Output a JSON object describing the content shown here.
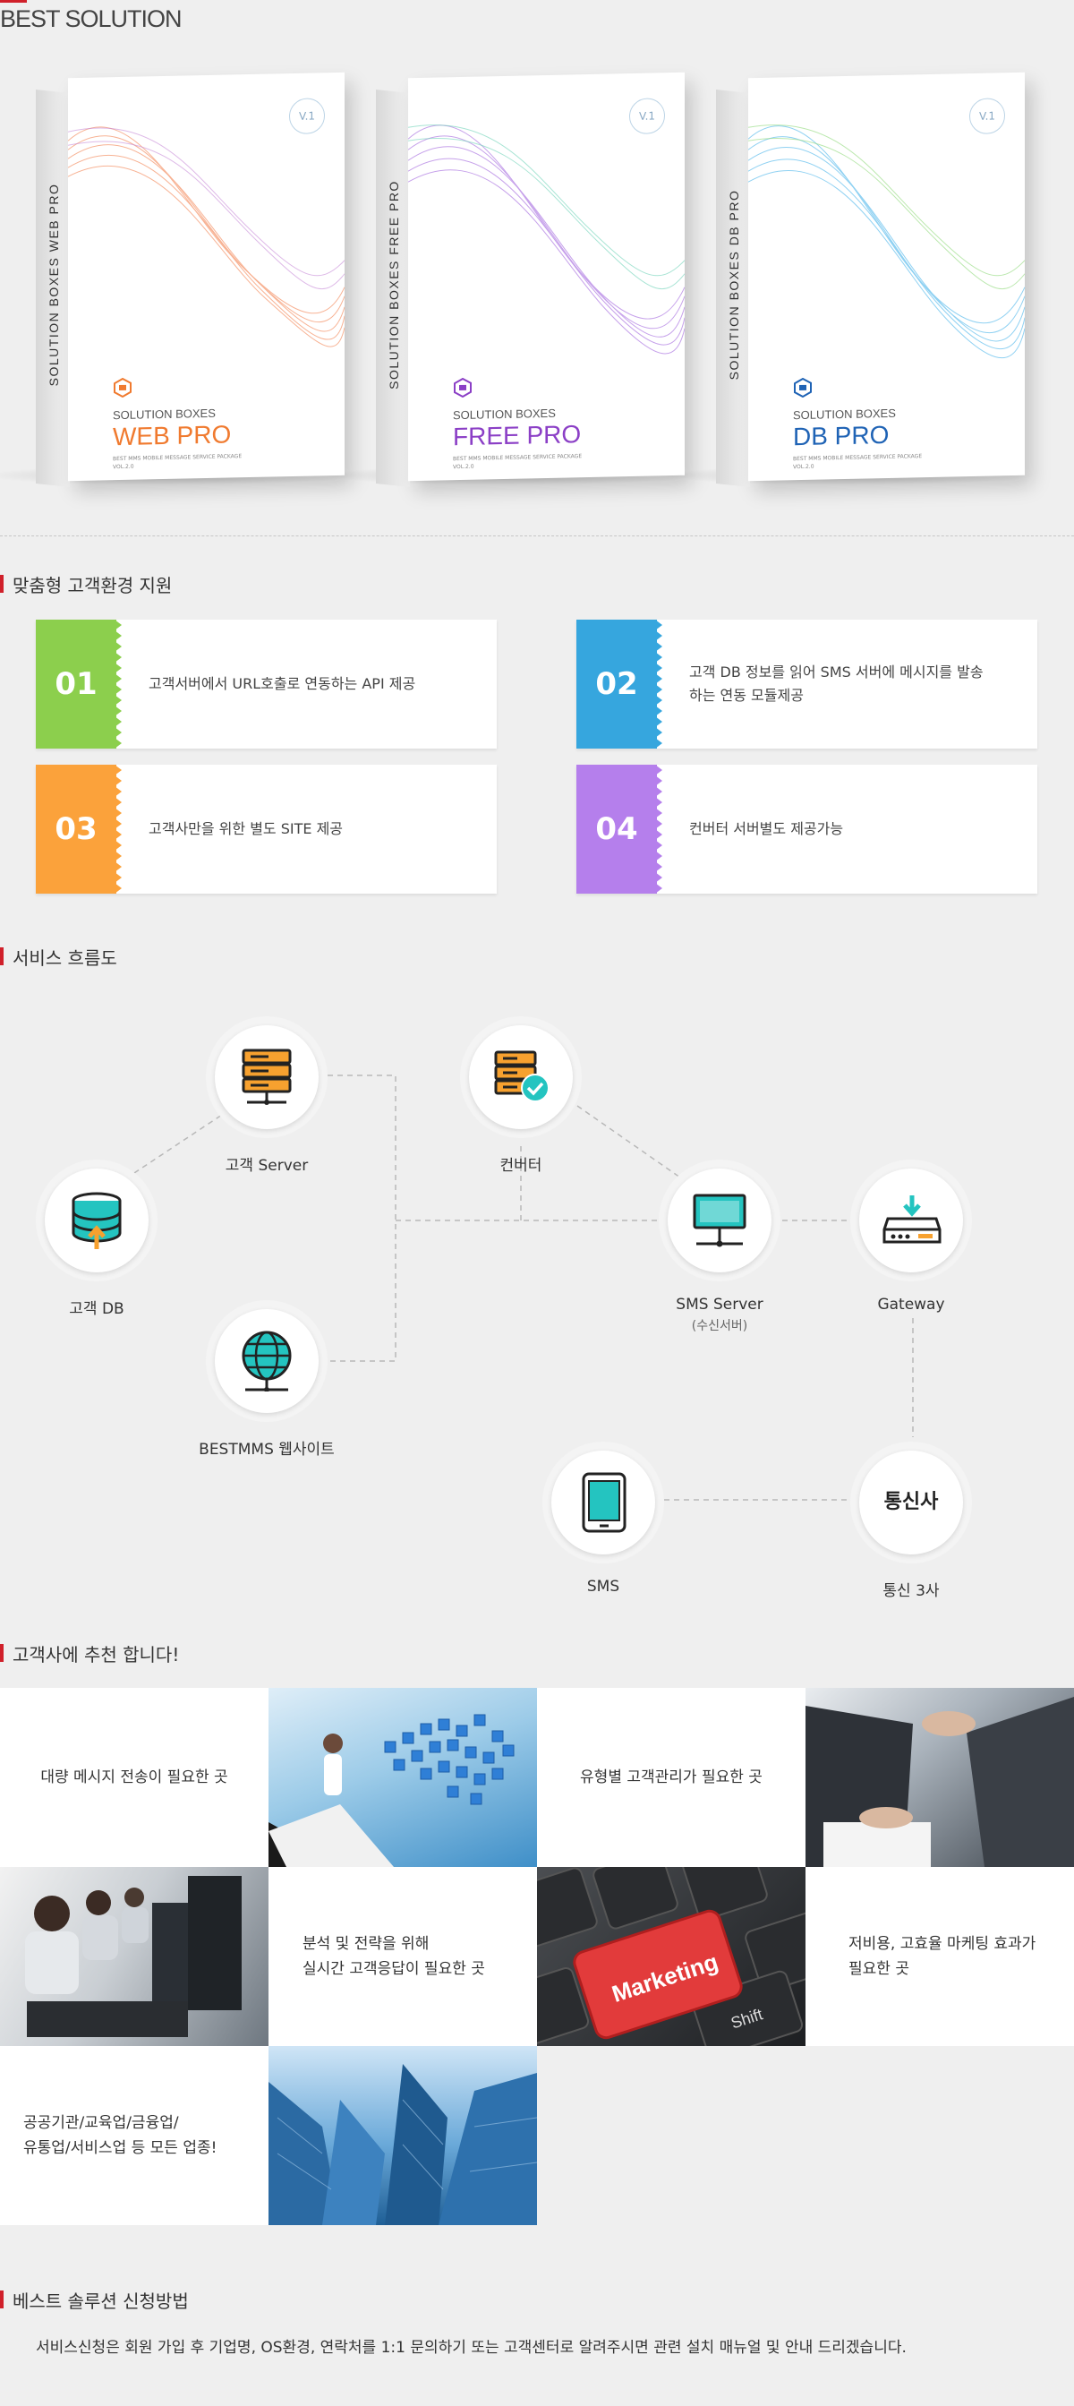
{
  "page": {
    "title": "BEST SOLUTION"
  },
  "colors": {
    "accent": "#d0202a",
    "green": "#8ccf4d",
    "blue": "#36a6de",
    "orange": "#fba23b",
    "purple": "#b57fec"
  },
  "products": [
    {
      "side": "SOLUTION BOXES WEB PRO",
      "brand": "SOLUTION BOXES",
      "name": "WEB PRO",
      "version": "V.1",
      "subtitle": "BEST MMS MOBILE MESSAGE SERVICE PACKAGE VOL.2.0",
      "color": "#f07a2f",
      "wave": "#f6a07a",
      "icon": "hexagon-logo-icon"
    },
    {
      "side": "SOLUTION BOXES FREE PRO",
      "brand": "SOLUTION BOXES",
      "name": "FREE PRO",
      "version": "V.1",
      "subtitle": "BEST MMS MOBILE MESSAGE SERVICE PACKAGE VOL.2.0",
      "color": "#8b3fc6",
      "wave": "#b88ae6",
      "icon": "hexagon-logo-icon"
    },
    {
      "side": "SOLUTION BOXES DB PRO",
      "brand": "SOLUTION BOXES",
      "name": "DB PRO",
      "version": "V.1",
      "subtitle": "BEST MMS MOBILE MESSAGE SERVICE PACKAGE VOL.2.0",
      "color": "#1f63b5",
      "wave": "#7cc9f0",
      "icon": "hexagon-logo-icon"
    }
  ],
  "sections": {
    "custom": "맞춤형 고객환경 지원",
    "flow": "서비스 흐름도",
    "recommend": "고객사에 추천 합니다!",
    "howto": "베스트 솔루션 신청방법"
  },
  "features": [
    {
      "num": "01",
      "text": "고객서버에서 URL호출로 연동하는 API 제공",
      "color": "#8ccf4d"
    },
    {
      "num": "02",
      "text": "고객 DB 정보를 읽어 SMS 서버에 메시지를 발송하는 연동 모듈제공",
      "color": "#36a6de"
    },
    {
      "num": "03",
      "text": "고객사만을 위한 별도 SITE 제공",
      "color": "#fba23b"
    },
    {
      "num": "04",
      "text": "컨버터 서버별도 제공가능",
      "color": "#b57fec"
    }
  ],
  "flow": {
    "nodes": {
      "db": {
        "label": "고객 DB",
        "icon": "database-upload-icon"
      },
      "server": {
        "label": "고객 Server",
        "icon": "server-rack-icon"
      },
      "web": {
        "label": "BESTMMS 웹사이트",
        "icon": "globe-network-icon"
      },
      "converter": {
        "label": "컨버터",
        "icon": "server-check-icon"
      },
      "sms_server": {
        "label": "SMS Server",
        "sub": "(수신서버)",
        "icon": "monitor-network-icon"
      },
      "gateway": {
        "label": "Gateway",
        "icon": "gateway-device-icon"
      },
      "sms": {
        "label": "SMS",
        "icon": "tablet-icon"
      },
      "telecom": {
        "label": "통신 3사",
        "text": "통신사"
      }
    }
  },
  "recommend": [
    {
      "text": "대량 메시지 전송이 필요한 곳"
    },
    {
      "image": "cloud-network-photo"
    },
    {
      "text": "유형별 고객관리가 필요한 곳"
    },
    {
      "image": "handshake-photo"
    },
    {
      "image": "call-center-photo"
    },
    {
      "text": "분석 및 전략을 위해\n실시간 고객응답이 필요한 곳"
    },
    {
      "image": "marketing-keyboard-photo",
      "key_text": "Marketing",
      "key_shift": "Shift"
    },
    {
      "text": "저비용, 고효율 마케팅 효과가\n필요한 곳"
    },
    {
      "text": "공공기관/교육업/금융업/\n유통업/서비스업 등 모든 업종!"
    },
    {
      "image": "skyscrapers-photo"
    }
  ],
  "howto_text": "서비스신청은 회원 가입 후 기업명, OS환경, 연락처를 1:1 문의하기 또는  고객센터로 알려주시면  관련 설치 매뉴얼 및 안내 드리겠습니다."
}
